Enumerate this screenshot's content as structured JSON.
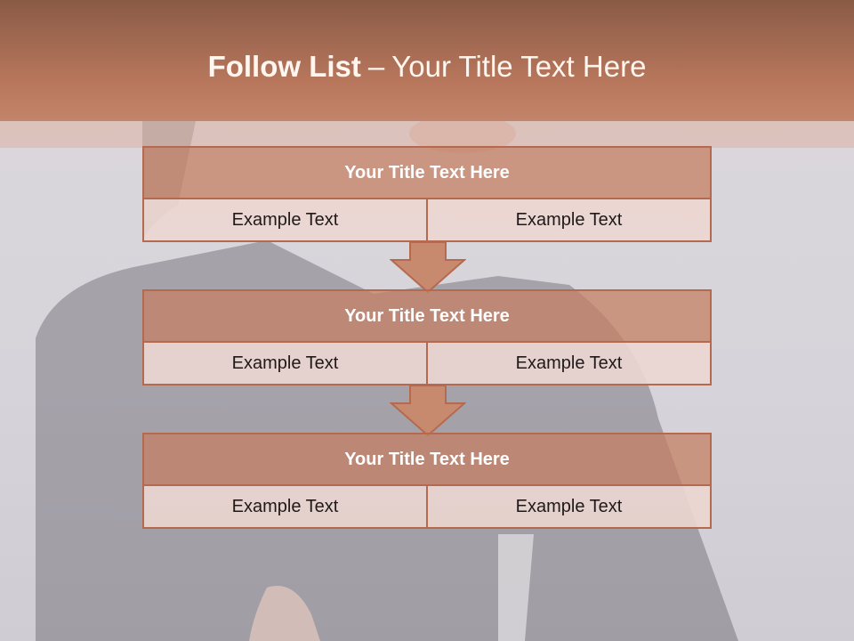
{
  "slide": {
    "title_bold": "Follow List",
    "title_separator": "–",
    "title_rest": "Your Title Text Here",
    "colors": {
      "accent": "#b56a4f",
      "header": "#c48064",
      "cell": "#ecd6d0"
    }
  },
  "steps": [
    {
      "title": "Your Title Text Here",
      "left": "Example Text",
      "right": "Example Text"
    },
    {
      "title": "Your Title Text Here",
      "left": "Example Text",
      "right": "Example Text"
    },
    {
      "title": "Your Title Text Here",
      "left": "Example Text",
      "right": "Example Text"
    }
  ],
  "icons": {
    "connector": "down-arrow-icon",
    "background": "business-woman-photo"
  }
}
